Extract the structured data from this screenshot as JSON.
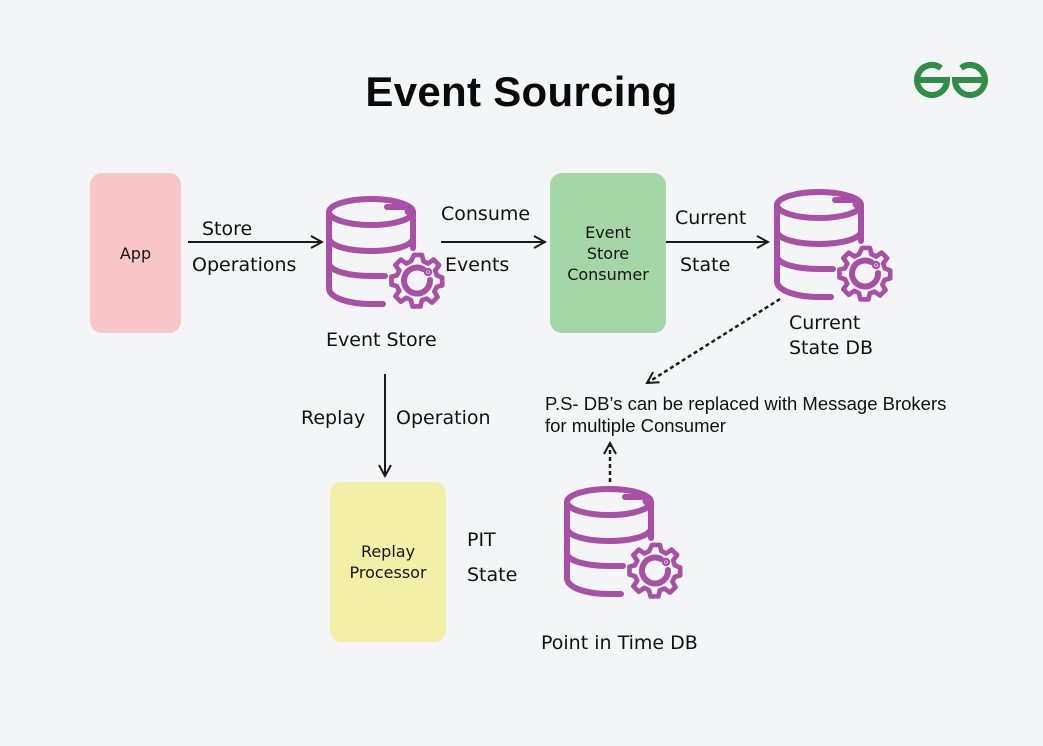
{
  "title": "Event Sourcing",
  "logo": {
    "icon": "geeksforgeeks-logo-icon",
    "color": "#2f8d46"
  },
  "colors": {
    "background": "#f4f5f7",
    "db_icon": "#a84fa6",
    "app_box": "#f9c6c7",
    "consumer_box": "#a5d6a7",
    "replay_box": "#f3efa7"
  },
  "nodes": {
    "app": {
      "label": "App"
    },
    "event_store": {
      "label": "Event Store",
      "icon": "database-gear-icon"
    },
    "event_store_consumer": {
      "label_lines": [
        "Event",
        "Store",
        "Consumer"
      ]
    },
    "current_state_db": {
      "label_lines": [
        "Current",
        "State DB"
      ],
      "icon": "database-gear-icon"
    },
    "replay_processor": {
      "label_lines": [
        "Replay",
        "Processor"
      ]
    },
    "point_in_time_db": {
      "label": "Point in Time DB",
      "icon": "database-gear-icon"
    }
  },
  "edges": {
    "store_operations": {
      "top": "Store",
      "bottom": "Operations"
    },
    "consume_events": {
      "top": "Consume",
      "bottom": "Events"
    },
    "current_state": {
      "top": "Current",
      "bottom": "State"
    },
    "replay_operation": {
      "left": "Replay",
      "right": "Operation"
    },
    "pit_state": {
      "top": "PIT",
      "bottom": "State"
    }
  },
  "note": {
    "line1": "P.S- DB’s can be replaced with Message Brokers",
    "line2": "for multiple Consumer"
  }
}
